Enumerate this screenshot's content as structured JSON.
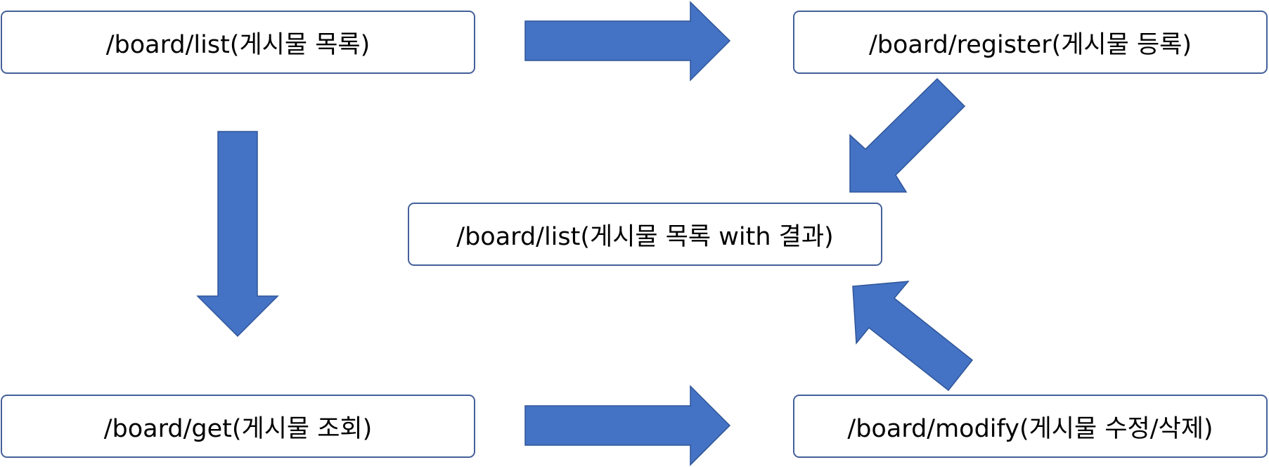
{
  "nodes": {
    "list": "/board/list(게시물 목록)",
    "register": "/board/register(게시물 등록)",
    "list_result": "/board/list(게시물 목록 with 결과)",
    "get": "/board/get(게시물 조회)",
    "modify": "/board/modify(게시물 수정/삭제)"
  },
  "edges": [
    {
      "from": "list",
      "to": "register"
    },
    {
      "from": "register",
      "to": "list_result"
    },
    {
      "from": "list",
      "to": "get"
    },
    {
      "from": "get",
      "to": "modify"
    },
    {
      "from": "modify",
      "to": "list_result"
    }
  ],
  "colors": {
    "arrow_fill": "#4472c4",
    "arrow_stroke": "#2f5597",
    "box_border": "#44609a"
  }
}
